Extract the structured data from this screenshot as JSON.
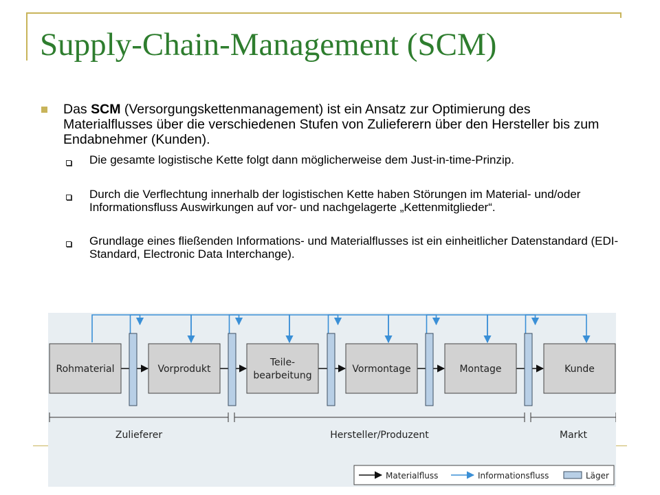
{
  "slide": {
    "title": "Supply-Chain-Management (SCM)"
  },
  "bullets": {
    "main": {
      "prefix": "Das ",
      "bold": "SCM",
      "rest": " (Versorgungskettenmanagement) ist ein Ansatz zur Optimierung des Materialflusses über die verschiedenen Stufen von Zulieferern über den Hersteller bis zum Endabnehmer (Kunden)."
    },
    "sub": [
      "Die gesamte logistische Kette folgt dann möglicherweise dem Just-in-time-Prinzip.",
      "Durch die Verflechtung innerhalb der logistischen Kette haben Störungen im Material- und/oder Informationsfluss Auswirkungen auf vor- und nachgelagerte „Kettenmitglieder“.",
      "Grundlage eines fließenden Informations- und Materialflusses ist ein einheitlicher Datenstandard (EDI-Standard, Electronic Data Interchange)."
    ]
  },
  "diagram": {
    "stages": [
      {
        "lines": [
          "Rohmaterial"
        ]
      },
      {
        "lines": [
          "Vorprodukt"
        ]
      },
      {
        "lines": [
          "Teile-",
          "bearbeitung"
        ]
      },
      {
        "lines": [
          "Vormontage"
        ]
      },
      {
        "lines": [
          "Montage"
        ]
      },
      {
        "lines": [
          "Kunde"
        ]
      }
    ],
    "segments": [
      "Zulieferer",
      "Hersteller/Produzent",
      "Markt"
    ],
    "legend": {
      "material": "Materialfluss",
      "information": "Informationsfluss",
      "storage": "Läger"
    },
    "colors": {
      "title": "#2e7d2e",
      "accent": "#c8b45a",
      "box_fill": "#d2d2d2",
      "storage_fill": "#b8cfe6",
      "info_arrow": "#3a8fd6",
      "diagram_bg": "#e8eef2"
    }
  }
}
